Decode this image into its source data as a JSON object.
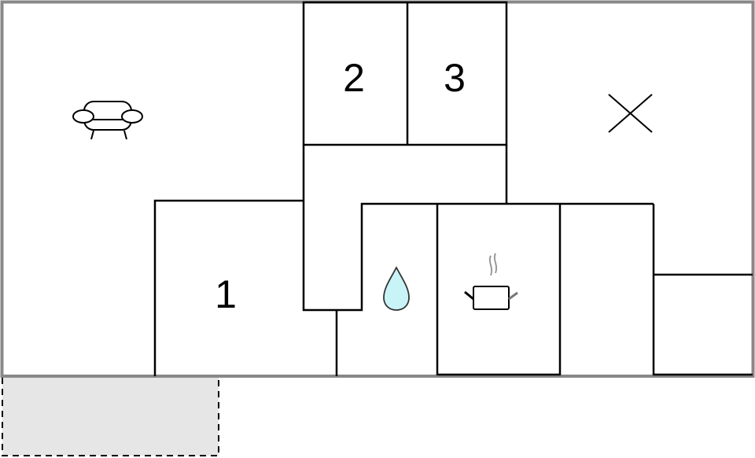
{
  "floor_plan": {
    "room_labels": {
      "room_1": "1",
      "room_2": "2",
      "room_3": "3"
    },
    "icons": [
      "sofa-icon",
      "water-drop-icon",
      "cooking-pot-icon",
      "cross-icon"
    ],
    "colors": {
      "outer_wall": "#888888",
      "walls": "#000000",
      "terrace_fill": "#e6e6e6",
      "water": "#c8f4f8"
    }
  }
}
